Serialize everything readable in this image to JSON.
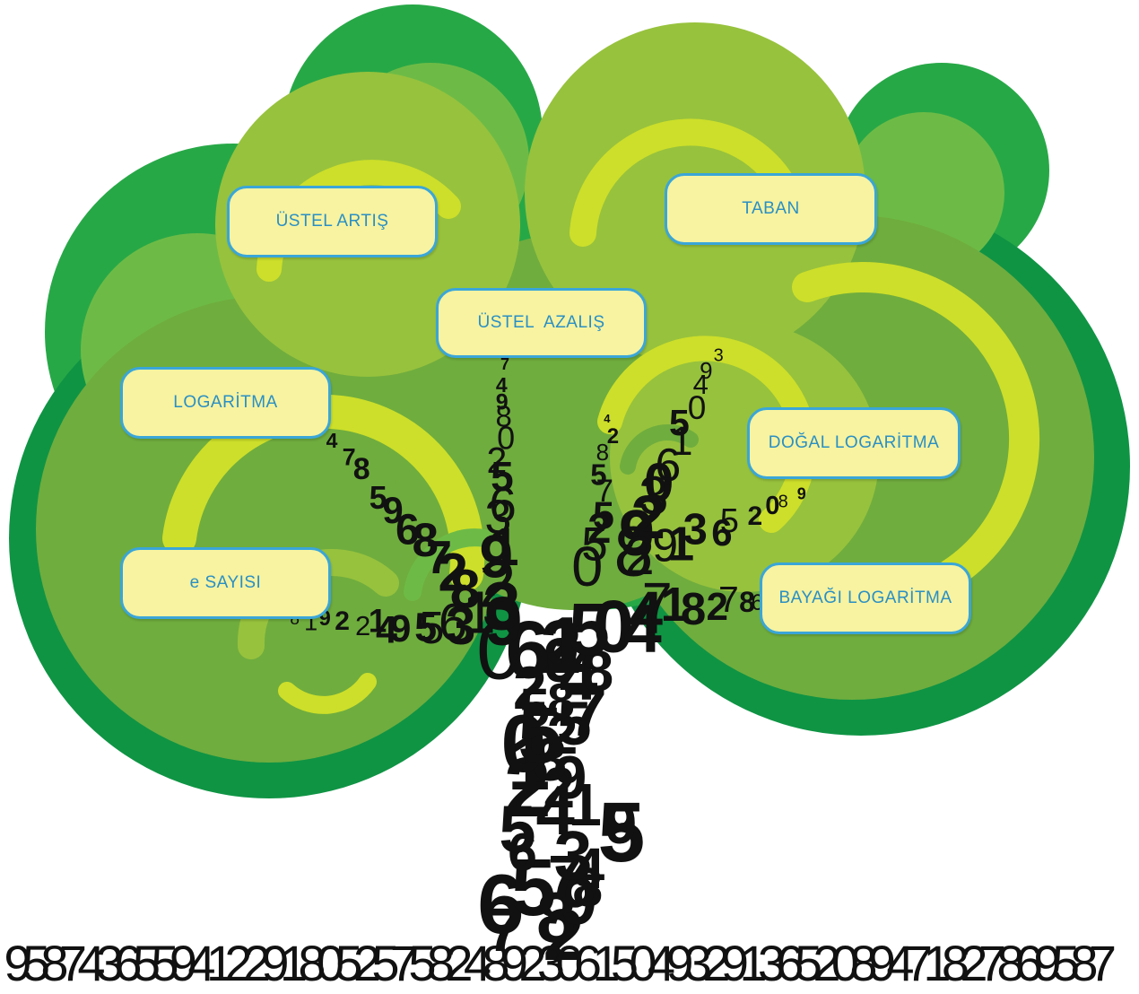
{
  "colors": {
    "canopy_dark": "#0f9444",
    "canopy_mid": "#27a847",
    "canopy_light": "#6dbb46",
    "canopy_olive": "#97c23d",
    "swirl_yellow": "#cddf2a",
    "label_fill": "#f7f3a1",
    "label_border": "#3aa6d8",
    "label_text": "#2a8fc4",
    "digits": "#111111"
  },
  "labels": {
    "ustel_artis": "ÜSTEL ARTIŞ",
    "taban": "TABAN",
    "ustel_azalis": "ÜSTEL  AZALIŞ",
    "logaritma": "LOGARİTMA",
    "dogal_logaritma": "DOĞAL LOGARİTMA",
    "e_sayisi": "e SAYISI",
    "bayagi_logaritma": "BAYAĞI LOGARİTMA"
  },
  "digit_pool": "27869587436559412291805257582489230615049329136520894718"
}
